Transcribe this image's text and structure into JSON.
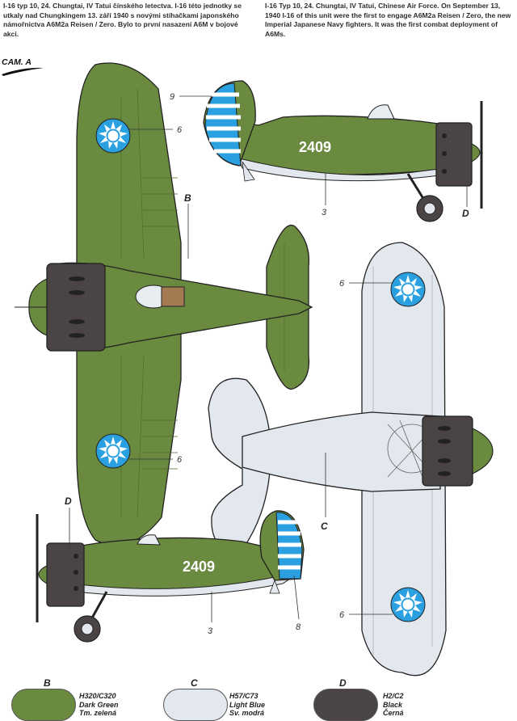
{
  "description": {
    "cz": "I-16 typ 10, 24. Chungtai, IV Tatui čínského letectva. I-16 této jednotky se utkaly nad Chungkingem 13. září 1940 s novými stíhačkami japonského námořnictva A6M2a Reisen / Zero. Bylo to první nasazení A6M v bojové akci.",
    "en": "I-16 Typ 10, 24. Chungtai, IV Tatui, Chinese Air Force. On September 13, 1940 I-16 of this unit were the first to engage A6M2a Reisen / Zero, the new Imperial Japanese Navy fighters. It was the first combat deployment of A6Ms."
  },
  "camo_label": "CAM. A",
  "serial": "2409",
  "callouts": {
    "top_view_b": "B",
    "top_view_6_upper": "6",
    "top_view_6_lower": "6",
    "right_profile_9": "9",
    "right_profile_3": "3",
    "right_profile_d": "D",
    "bottom_view_6_upper": "6",
    "bottom_view_6_lower": "6",
    "bottom_view_c": "C",
    "left_profile_d": "D",
    "left_profile_3": "3",
    "left_profile_8": "8"
  },
  "colors": {
    "dark_green": "#6a8a3f",
    "light_blue": "#e3e7ee",
    "black": "#4a4444",
    "roundel_blue": "#2aa0e0",
    "outline": "#222222"
  },
  "legend": [
    {
      "letter": "B",
      "code": "H320/C320",
      "name_en": "Dark Green",
      "name_cz": "Tm. zelená",
      "color": "#6a8a3f"
    },
    {
      "letter": "C",
      "code": "H57/C73",
      "name_en": "Light Blue",
      "name_cz": "Sv. modrá",
      "color": "#e3e7ee"
    },
    {
      "letter": "D",
      "code": "H2/C2",
      "name_en": "Black",
      "name_cz": "Černá",
      "color": "#4a4444"
    }
  ]
}
